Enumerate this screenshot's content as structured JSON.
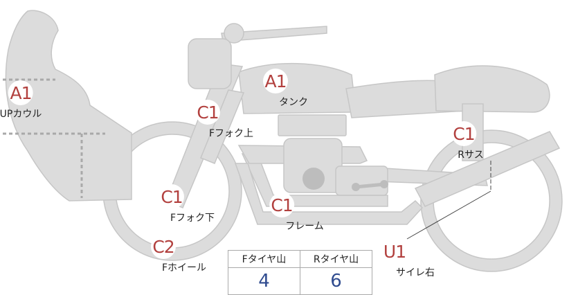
{
  "parts": [
    {
      "code": "A1",
      "label": "UPカウル"
    },
    {
      "code": "A1",
      "label": "タンク"
    },
    {
      "code": "C1",
      "label": "Fフォク上"
    },
    {
      "code": "C1",
      "label": "Fフォク下"
    },
    {
      "code": "C2",
      "label": "Fホイール"
    },
    {
      "code": "C1",
      "label": "フレーム"
    },
    {
      "code": "C1",
      "label": "Rサス"
    },
    {
      "code": "U1",
      "label": "サイレ右"
    }
  ],
  "tire_table": {
    "headers": [
      "Fタイヤ山",
      "Rタイヤ山"
    ],
    "values": [
      "4",
      "6"
    ]
  },
  "colors": {
    "part_fill": "#dcdcdc",
    "outline": "#c6c6c6",
    "code_text": "#b2403e",
    "value_text": "#2f4b8f"
  }
}
